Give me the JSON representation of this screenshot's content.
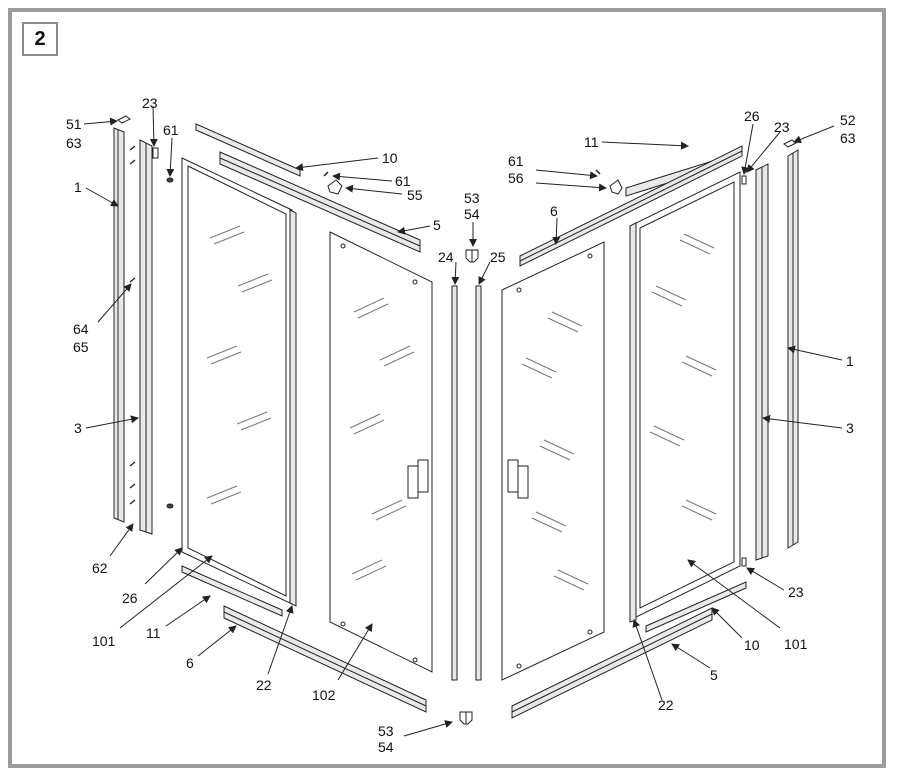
{
  "step_number": "2",
  "colors": {
    "frame": "#9c9c9c",
    "line": "#222222",
    "part_fill": "#f4f4f4",
    "profile_fill": "#e9e9e9"
  },
  "labels": {
    "l51": "51",
    "l63a": "63",
    "l23a": "23",
    "l61a": "61",
    "l1a": "1",
    "l64": "64",
    "l65": "65",
    "l3a": "3",
    "l62": "62",
    "l26a": "26",
    "l101a": "101",
    "l11a": "11",
    "l6a": "6",
    "l22a": "22",
    "l10a": "10",
    "l61b": "61",
    "l55": "55",
    "l5a": "5",
    "l102": "102",
    "l53a": "53",
    "l54a": "54",
    "l24": "24",
    "l25": "25",
    "l53b": "53",
    "l54b": "54",
    "l11b": "11",
    "l61c": "61",
    "l56": "56",
    "l6b": "6",
    "l26b": "26",
    "l23b": "23",
    "l52": "52",
    "l63b": "63",
    "l1b": "1",
    "l3b": "3",
    "l23c": "23",
    "l101b": "101",
    "l10b": "10",
    "l5b": "5",
    "l22b": "22"
  }
}
